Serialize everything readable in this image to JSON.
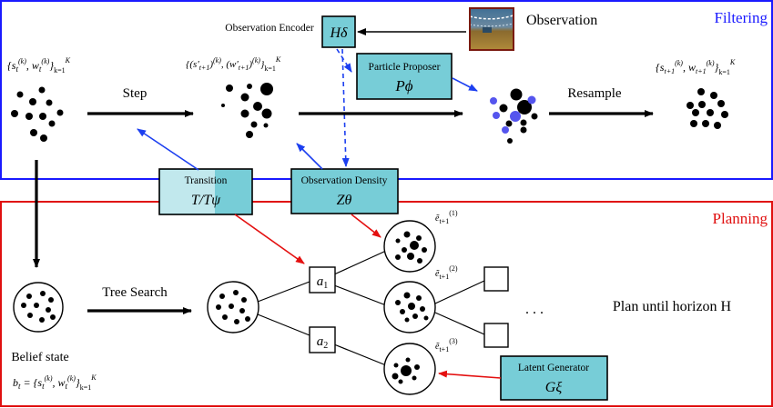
{
  "sections": {
    "filtering": "Filtering",
    "planning": "Planning"
  },
  "colors": {
    "filtering_border": "#1a1aff",
    "planning_border": "#e01010",
    "module_fill": "#77cdd7",
    "blue_arrow": "#1c3ff0",
    "red_arrow": "#e41010",
    "blue_particle": "#5555ee"
  },
  "filtering": {
    "obs_encoder_label": "Observation Encoder",
    "obs_encoder_symbol": "Hδ",
    "observation_label": "Observation",
    "particle_proposer_label": "Particle Proposer",
    "particle_proposer_symbol": "Pϕ",
    "set_t": "{s_t^(k), w_t^(k)}_{k=1}^K",
    "set_prime": "{(s'_{t+1})^(k), (w'_{t+1})^(k)}_{k=1}^K",
    "set_t1": "{s_{t+1}^(k), w_{t+1}^(k)}_{k=1}^K",
    "step_label": "Step",
    "resample_label": "Resample",
    "transition_label": "Transition",
    "transition_symbol": "T/Tψ",
    "obs_density_label": "Observation Density",
    "obs_density_symbol": "Zθ"
  },
  "planning": {
    "tree_search_label": "Tree Search",
    "belief_label": "Belief state",
    "belief_formula": "b_t = {s_t^(k), w_t^(k)}_{k=1}^K",
    "action1": "a1",
    "action2": "a2",
    "e1": "ẽ_{t+1}^(1)",
    "e2": "ẽ_{t+1}^(2)",
    "e3": "ẽ_{t+1}^(3)",
    "dots": ". . .",
    "plan_until": "Plan until horizon H",
    "latent_generator_label": "Latent Generator",
    "latent_generator_symbol": "Gξ"
  }
}
